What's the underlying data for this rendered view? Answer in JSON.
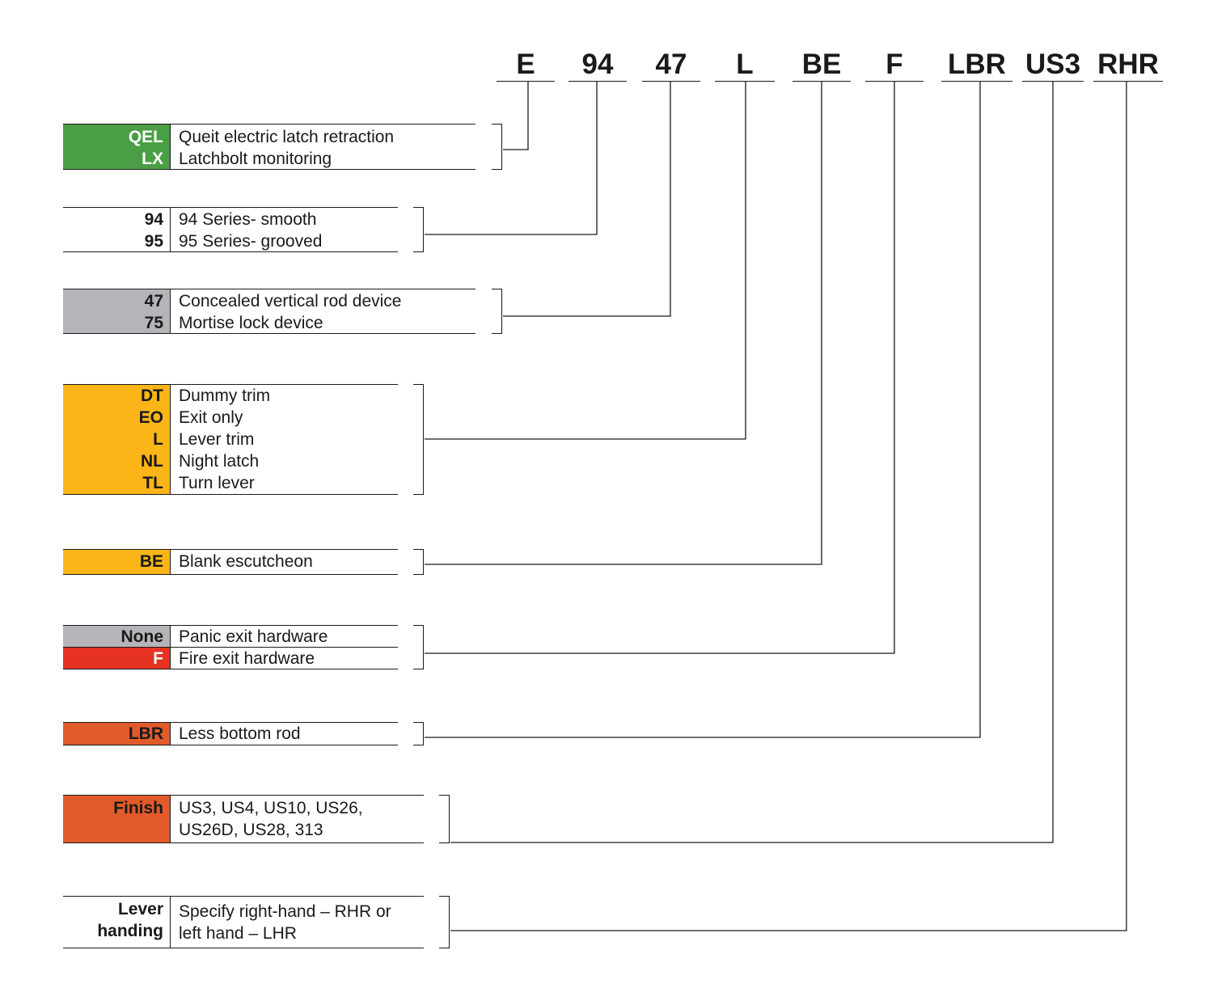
{
  "model_code": {
    "segments": [
      "E",
      "94",
      "47",
      "L",
      "BE",
      "F",
      "LBR",
      "US3",
      "RHR"
    ]
  },
  "colors": {
    "green": "#4a9e45",
    "gray": "#b5b5b9",
    "yellow": "#fbb519",
    "red": "#e63223",
    "orange": "#e15a2a",
    "white": "#ffffff"
  },
  "groups": [
    {
      "id": "electric",
      "rows": [
        {
          "code": "QEL",
          "desc": "Queit electric latch retraction"
        },
        {
          "code": "LX",
          "desc": "Latchbolt monitoring"
        }
      ]
    },
    {
      "id": "series",
      "rows": [
        {
          "code": "94",
          "desc": "94 Series- smooth"
        },
        {
          "code": "95",
          "desc": "95  Series- grooved"
        }
      ]
    },
    {
      "id": "device",
      "rows": [
        {
          "code": "47",
          "desc": "Concealed vertical rod device"
        },
        {
          "code": "75",
          "desc": "Mortise lock device"
        }
      ]
    },
    {
      "id": "trim",
      "rows": [
        {
          "code": "DT",
          "desc": "Dummy trim"
        },
        {
          "code": "EO",
          "desc": "Exit only"
        },
        {
          "code": "L",
          "desc": "Lever trim"
        },
        {
          "code": "NL",
          "desc": "Night latch"
        },
        {
          "code": "TL",
          "desc": "Turn lever"
        }
      ]
    },
    {
      "id": "escutcheon",
      "rows": [
        {
          "code": "BE",
          "desc": "Blank escutcheon"
        }
      ]
    },
    {
      "id": "hardware",
      "rows": [
        {
          "code": "None",
          "desc": "Panic exit hardware"
        },
        {
          "code": "F",
          "desc": "Fire exit hardware"
        }
      ]
    },
    {
      "id": "rod",
      "rows": [
        {
          "code": "LBR",
          "desc": "Less bottom rod"
        }
      ]
    },
    {
      "id": "finish",
      "rows": [
        {
          "code": "Finish",
          "desc": "US3, US4, US10, US26,"
        },
        {
          "code": "",
          "desc": "US26D, US28, 313"
        }
      ]
    },
    {
      "id": "handing",
      "rows": [
        {
          "code": "Lever",
          "desc": "Specify right-hand – RHR or"
        },
        {
          "code": "handing",
          "desc": "left hand – LHR"
        }
      ]
    }
  ]
}
